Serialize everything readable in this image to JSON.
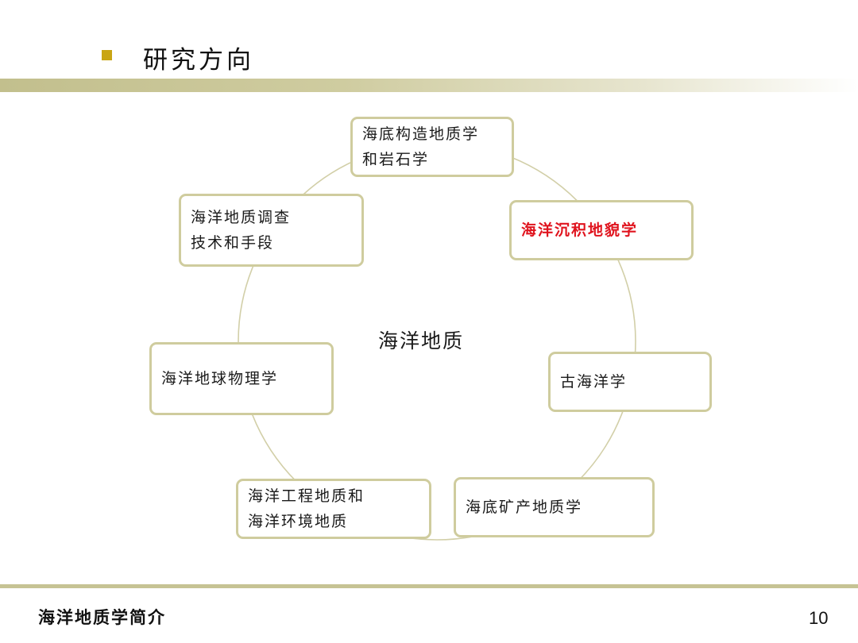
{
  "header": {
    "title": "研究方向",
    "accent_color": "#c9a514"
  },
  "diagram": {
    "center": "海洋地质",
    "ring_color": "#d2cfa8",
    "node_border_color": "#cfcc9e",
    "highlight_color": "#e0141e",
    "nodes": [
      {
        "label": "海底构造地质学\n和岩石学",
        "highlight": false
      },
      {
        "label": "海洋沉积地貌学",
        "highlight": true
      },
      {
        "label": "古海洋学",
        "highlight": false
      },
      {
        "label": "海底矿产地质学",
        "highlight": false
      },
      {
        "label": "海洋工程地质和\n海洋环境地质",
        "highlight": false
      },
      {
        "label": "海洋地球物理学",
        "highlight": false
      },
      {
        "label": "海洋地质调查\n技术和手段",
        "highlight": false
      }
    ]
  },
  "footer": {
    "title": "海洋地质学简介",
    "page_number": "10"
  }
}
